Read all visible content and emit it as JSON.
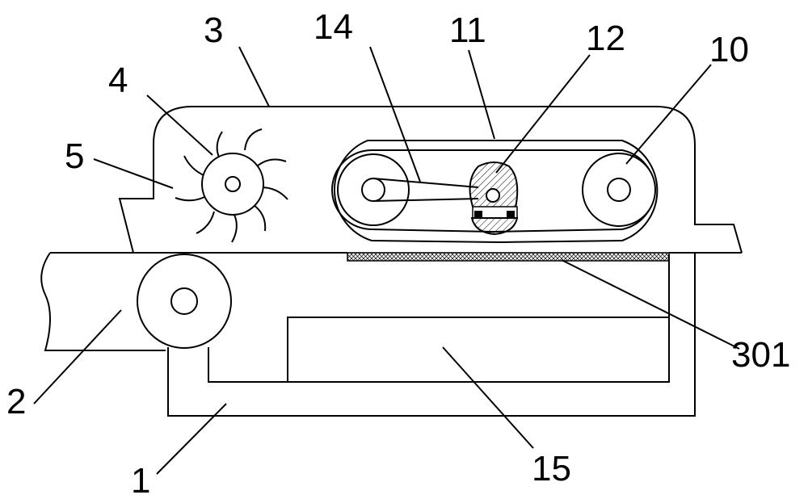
{
  "labels": {
    "frame": "1",
    "input_conveyor": "2",
    "housing": "3",
    "brush_roller": "4",
    "brush_blade": "5",
    "right_pulley": "10",
    "belt": "11",
    "cam": "12",
    "link_rod": "14",
    "collection_box": "15",
    "screen_mesh": "301"
  }
}
